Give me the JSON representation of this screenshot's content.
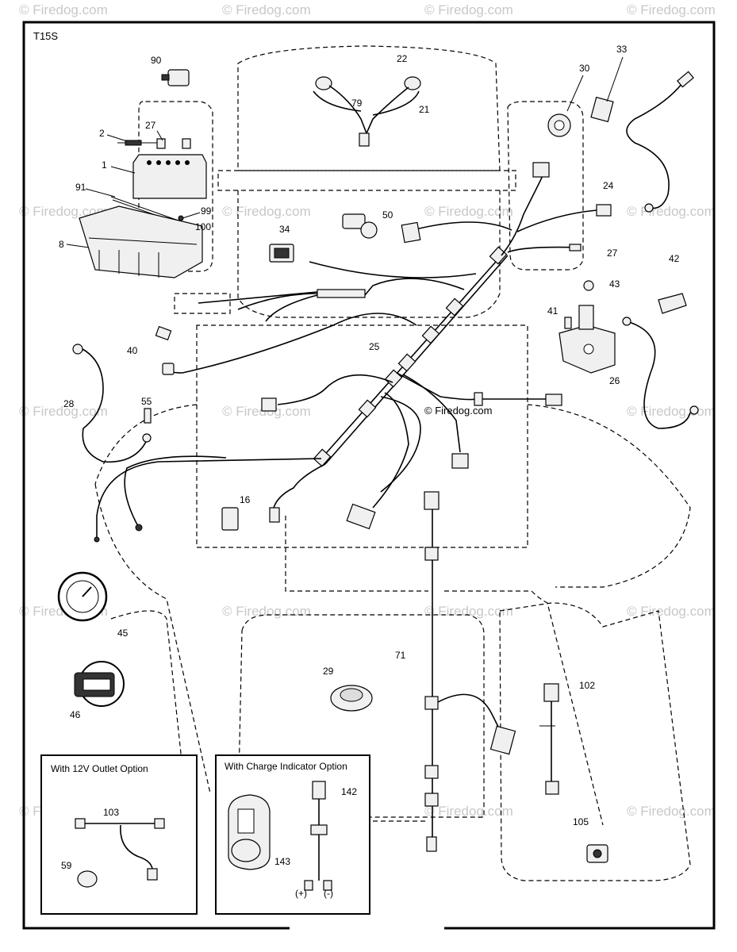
{
  "diagram_code": "T15S",
  "watermark_text": "© Firedog.com",
  "center_watermark": "© Firedog.com",
  "option_boxes": {
    "outlet": {
      "title": "With 12V Outlet Option"
    },
    "charge": {
      "title": "With Charge Indicator Option"
    }
  },
  "polarity": {
    "plus": "(+)",
    "minus": "(-)"
  },
  "callouts": [
    "90",
    "2",
    "27",
    "1",
    "91",
    "99",
    "100",
    "8",
    "22",
    "79",
    "21",
    "30",
    "33",
    "24",
    "50",
    "34",
    "27",
    "42",
    "43",
    "41",
    "25",
    "26",
    "40",
    "28",
    "55",
    "16",
    "45",
    "46",
    "29",
    "71",
    "102",
    "105",
    "103",
    "59",
    "142",
    "143"
  ]
}
